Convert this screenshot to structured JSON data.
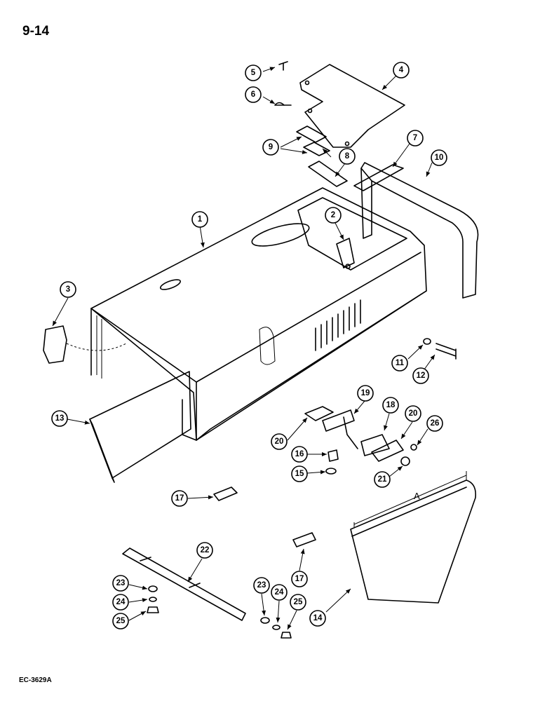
{
  "page_number": "9-14",
  "reference_code": "EC-3629A",
  "dimension_label": "A",
  "callouts": [
    "1",
    "2",
    "3",
    "4",
    "5",
    "6",
    "7",
    "8",
    "9",
    "10",
    "11",
    "12",
    "13",
    "14",
    "15",
    "16",
    "17",
    "17",
    "18",
    "19",
    "20",
    "20",
    "21",
    "22",
    "23",
    "23",
    "24",
    "24",
    "25",
    "25",
    "26"
  ]
}
